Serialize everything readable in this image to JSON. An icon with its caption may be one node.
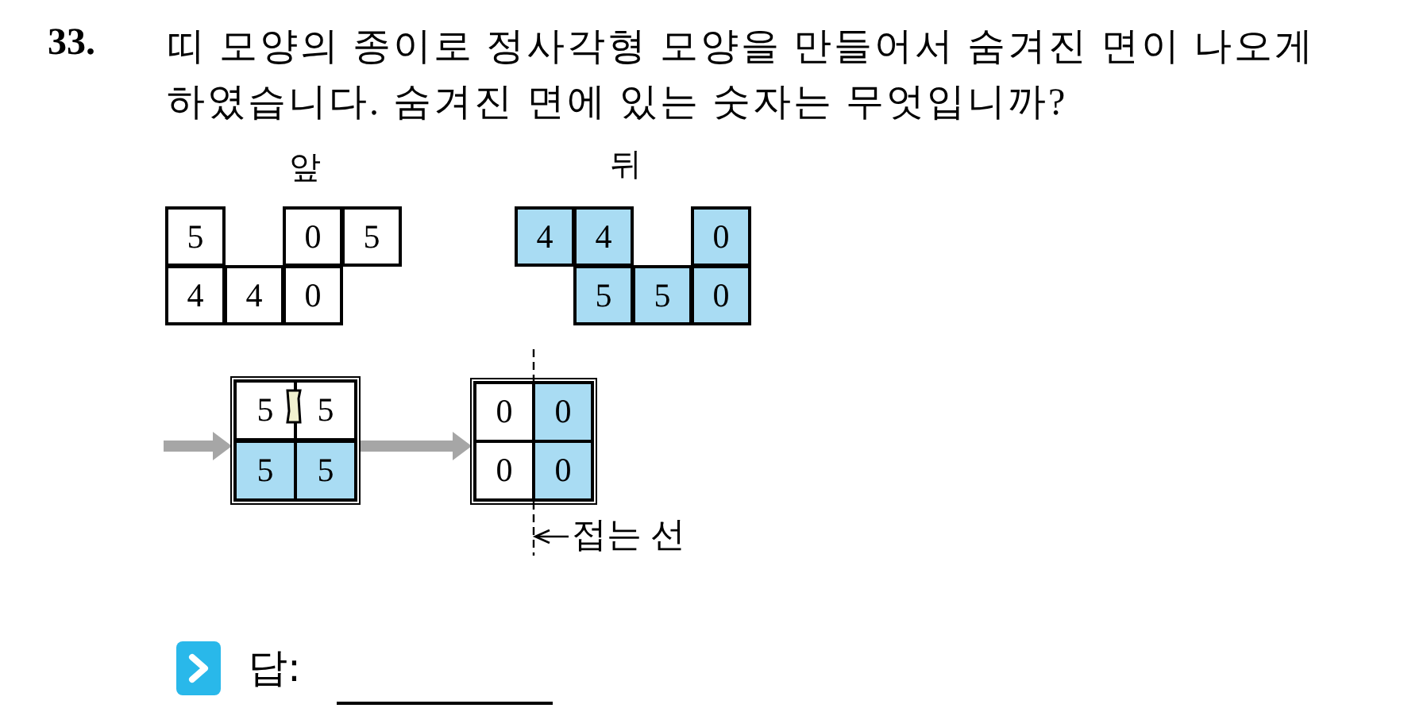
{
  "diagram": {
    "nodes": [
      {
        "text": [
          "앞"
        ]
      },
      {
        "text": [
          "5"
        ],
        "in": 0
      },
      {
        "text": [
          "0"
        ],
        "in": 0
      },
      {
        "text": [
          "5"
        ],
        "in": 0
      },
      {
        "text": [
          "4"
        ],
        "in": 0
      },
      {
        "text": [
          "4"
        ],
        "in": 0
      },
      {
        "text": [
          "0"
        ],
        "in": 0
      },
      {
        "text": [
          "뒤"
        ]
      },
      {
        "text": [
          "4"
        ],
        "in": 7
      },
      {
        "text": [
          "4"
        ],
        "in": 7
      },
      {
        "text": [
          "0"
        ],
        "in": 7
      },
      {
        "text": [
          "5"
        ],
        "in": 7
      },
      {
        "text": [
          "5"
        ],
        "in": 7
      },
      {
        "text": [
          "0"
        ],
        "in": 7
      },
      {
        "text": [],
        "shape": "box"
      },
      {
        "text": [
          "5"
        ],
        "in": 14
      },
      {
        "text": [
          "5"
        ],
        "in": 14
      },
      {
        "text": [
          "5"
        ],
        "in": 14
      },
      {
        "text": [
          "5"
        ],
        "in": 14
      },
      {
        "text": [],
        "shape": "box"
      },
      {
        "text": [
          "0"
        ],
        "in": 19
      },
      {
        "text": [
          "0"
        ],
        "in": 19
      },
      {
        "text": [
          "0"
        ],
        "in": 19
      },
      {
        "text": [
          "0"
        ],
        "in": 19
      },
      {
        "text": [
          "접는 선"
        ]
      }
    ],
    "edges": [
      {
        "from": null,
        "to": 14,
        "arrow": "to",
        "color": "#a6a6a6"
      },
      {
        "from": 14,
        "to": 19,
        "arrow": "to",
        "color": "#a6a6a6"
      },
      {
        "from": 24,
        "to": null,
        "arrow": "to",
        "color": "#000000"
      }
    ],
    "labels": [
      "33.",
      "띠 모양의 종이로 정사각형 모양을 만들어서 숨겨진 면이 나오게 하였습니다. 숨겨진 면에 있는 숫자는 무엇입니까?",
      "답:"
    ]
  }
}
